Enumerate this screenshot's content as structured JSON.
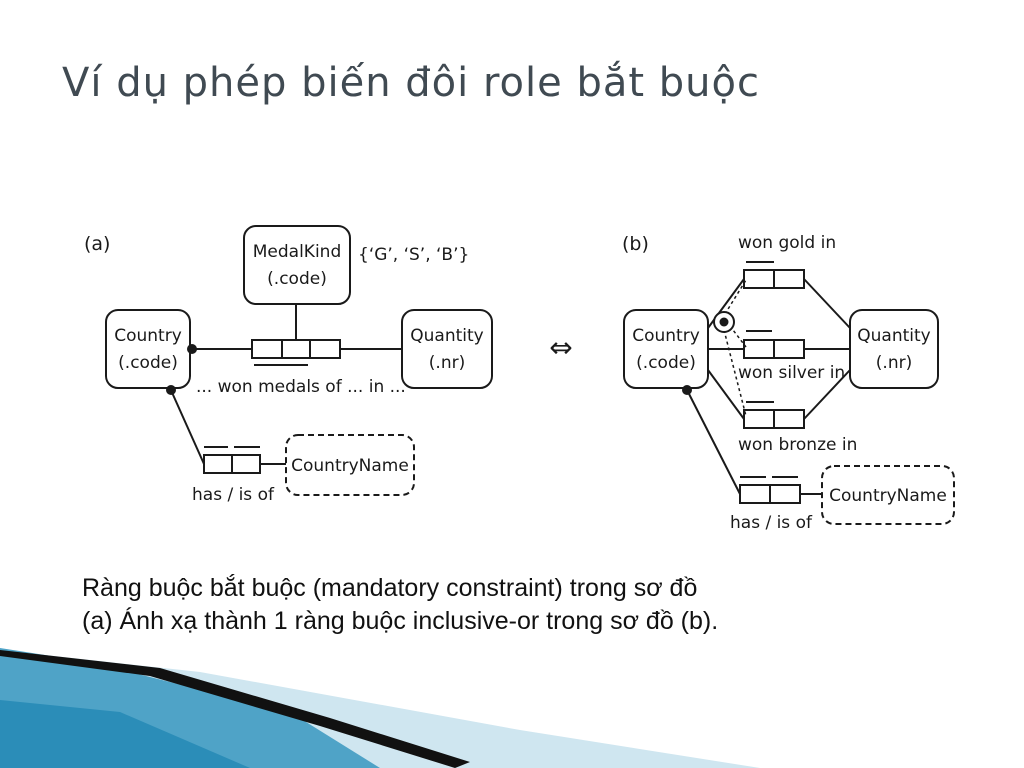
{
  "title": "Ví dụ phép biến đôi role bắt buộc",
  "diagram_a": {
    "label": "(a)",
    "medal_kind": [
      "MedalKind",
      "(.code)"
    ],
    "value_constraint": "{‘G’, ‘S’, ‘B’}",
    "country": [
      "Country",
      "(.code)"
    ],
    "quantity": [
      "Quantity",
      "(.nr)"
    ],
    "fact_label": "... won medals of ... in ...",
    "country_name": "CountryName",
    "has_label": "has / is of"
  },
  "equivalence_symbol": "⇔",
  "diagram_b": {
    "label": "(b)",
    "country": [
      "Country",
      "(.code)"
    ],
    "quantity": [
      "Quantity",
      "(.nr)"
    ],
    "won_gold": "won gold in",
    "won_silver": "won silver in",
    "won_bronze": "won bronze in",
    "country_name": "CountryName",
    "has_label": "has / is of"
  },
  "caption": [
    "Ràng buộc bắt buộc (mandatory constraint) trong sơ đồ",
    "(a) Ánh xạ thành 1 ràng buộc inclusive-or trong sơ đồ (b)."
  ],
  "colors": {
    "title": "#404a52",
    "swoosh_light": "#cfe6f0",
    "swoosh_mid": "#4fa3c7",
    "swoosh_dark": "#111111"
  }
}
